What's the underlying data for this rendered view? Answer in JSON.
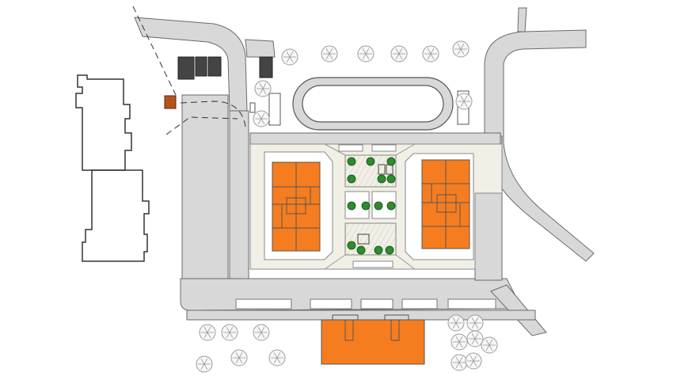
{
  "site_plan": {
    "colors": {
      "background": "#ffffff",
      "paving": "#d8d8d8",
      "plaza": "#f1efe6",
      "building_new": "#f57d1f",
      "building_outline": "#555555",
      "existing_building": "#444444",
      "small_structure": "#b5531c",
      "tree_canopy": "#2e8b2e",
      "tree_outline": "#0f4d0f",
      "ornamental_tree": "#9a9a9a",
      "line": "#6a6a6a"
    },
    "features": {
      "new_residential_blocks": 3,
      "existing_dark_buildings": 4,
      "small_orange_structure": 1,
      "running_track": 1,
      "green_trees_central_court": 14,
      "ornamental_trees": 22
    }
  }
}
